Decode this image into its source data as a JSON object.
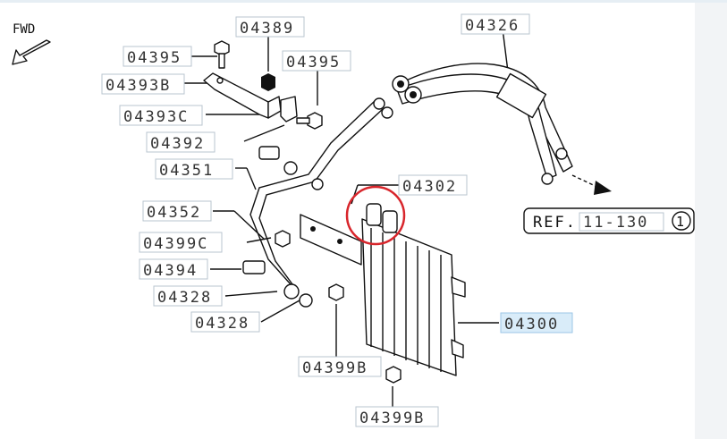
{
  "diagram": {
    "fwd_label": "FWD",
    "callouts": [
      {
        "id": "c-04389",
        "label": "04389",
        "highlight": false
      },
      {
        "id": "c-04326",
        "label": "04326",
        "highlight": false
      },
      {
        "id": "c-04395a",
        "label": "04395",
        "highlight": false
      },
      {
        "id": "c-04395b",
        "label": "04395",
        "highlight": false
      },
      {
        "id": "c-04393b",
        "label": "04393B",
        "highlight": false
      },
      {
        "id": "c-04393c",
        "label": "04393C",
        "highlight": false
      },
      {
        "id": "c-04392",
        "label": "04392",
        "highlight": false
      },
      {
        "id": "c-04351",
        "label": "04351",
        "highlight": false
      },
      {
        "id": "c-04302",
        "label": "04302",
        "highlight": false
      },
      {
        "id": "c-04352",
        "label": "04352",
        "highlight": false
      },
      {
        "id": "c-04399c",
        "label": "04399C",
        "highlight": false
      },
      {
        "id": "c-04394",
        "label": "04394",
        "highlight": false
      },
      {
        "id": "c-04328a",
        "label": "04328",
        "highlight": false
      },
      {
        "id": "c-04328b",
        "label": "04328",
        "highlight": false
      },
      {
        "id": "c-04300",
        "label": "04300",
        "highlight": true
      },
      {
        "id": "c-04399b1",
        "label": "04399B",
        "highlight": false
      },
      {
        "id": "c-04399b2",
        "label": "04399B",
        "highlight": false
      }
    ],
    "reference": {
      "prefix": "REF.",
      "code": "11-130",
      "circled_number": "1"
    },
    "highlight_color": "#d9ecf9",
    "marker_color": "#d8262c"
  }
}
